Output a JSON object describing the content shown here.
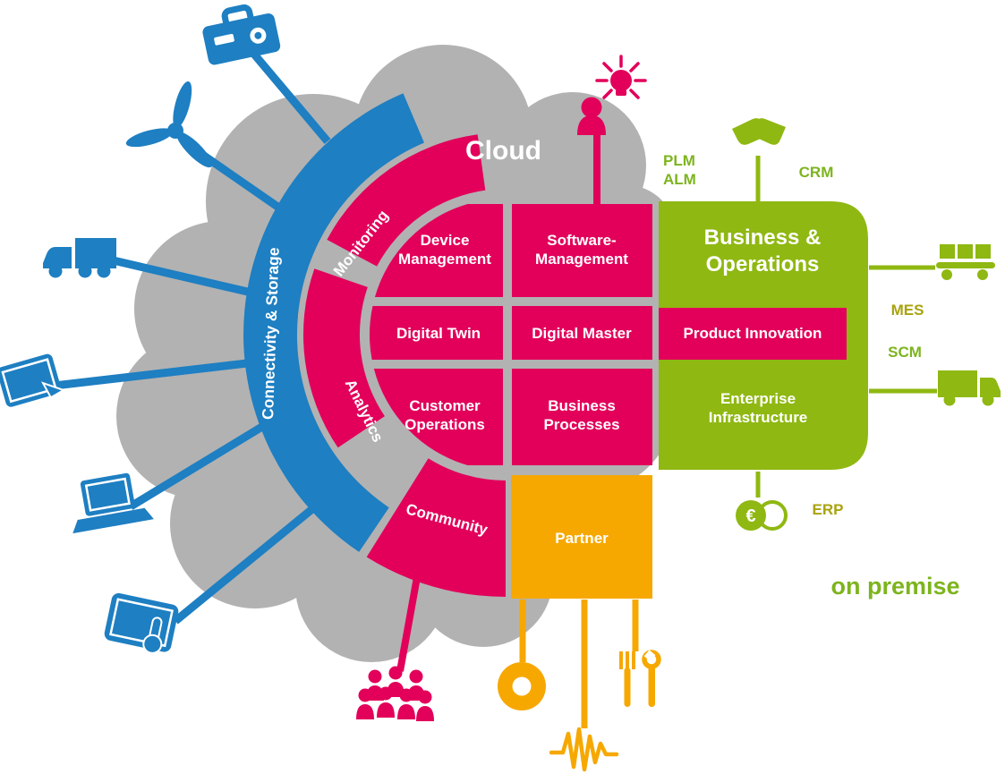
{
  "colors": {
    "cloud_gray": "#b2b2b2",
    "blue": "#1e7fc2",
    "magenta": "#e2005a",
    "green_box": "#8fb812",
    "label_green": "#7db41e",
    "label_olive": "#a9a30e",
    "yellow": "#f6a800",
    "text_white": "#ffffff",
    "background": "#ffffff"
  },
  "cloud": {
    "label": "Cloud"
  },
  "rings": {
    "connectivity": {
      "label": "Connectivity & Storage"
    },
    "monitoring": {
      "label": "Monitoring"
    },
    "analytics": {
      "label": "Analytics"
    },
    "community": {
      "label": "Community"
    }
  },
  "modules": {
    "device_management": {
      "label": "Device\nManagement"
    },
    "software_management": {
      "label": "Software-\nManagement"
    },
    "digital_twin": {
      "label": "Digital Twin"
    },
    "digital_master": {
      "label": "Digital Master"
    },
    "customer_operations": {
      "label": "Customer\nOperations"
    },
    "business_processes": {
      "label": "Business\nProcesses"
    },
    "partner": {
      "label": "Partner"
    }
  },
  "business_box": {
    "title": "Business &\nOperations",
    "product_innovation": {
      "label": "Product Innovation"
    },
    "enterprise_infrastructure": {
      "label": "Enterprise\nInfrastructure"
    }
  },
  "annotations": {
    "plm_alm": "PLM\nALM",
    "crm": "CRM",
    "mes": "MES",
    "scm": "SCM",
    "erp": "ERP",
    "on_premise": "on premise"
  },
  "icons": {
    "euro_symbol": "€",
    "names": [
      "toolbox-icon",
      "wind-turbine-icon",
      "truck-icon",
      "tablet-stylus-icon",
      "laptop-icon",
      "tablet-hand-icon",
      "idea-person-icon",
      "handshake-icon",
      "conveyor-icon",
      "delivery-truck-icon",
      "euro-coins-icon",
      "community-people-icon",
      "ring-icon",
      "signal-wave-icon",
      "fork-wrench-icon"
    ]
  }
}
